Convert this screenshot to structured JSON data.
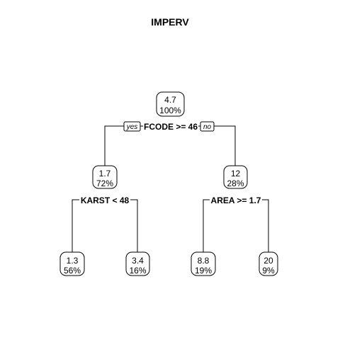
{
  "title": "IMPERV",
  "nodes": {
    "root": {
      "value": "4.7",
      "percent": "100%"
    },
    "left": {
      "value": "1.7",
      "percent": "72%"
    },
    "right": {
      "value": "12",
      "percent": "28%"
    },
    "ll": {
      "value": "1.3",
      "percent": "56%"
    },
    "lr": {
      "value": "3.4",
      "percent": "16%"
    },
    "rl": {
      "value": "8.8",
      "percent": "19%"
    },
    "rr": {
      "value": "20",
      "percent": "9%"
    }
  },
  "splits": {
    "root": "FCODE >= 46",
    "left": "KARST < 48",
    "right": "AREA >= 1.7"
  },
  "branch_labels": {
    "yes": "yes",
    "no": "no"
  }
}
